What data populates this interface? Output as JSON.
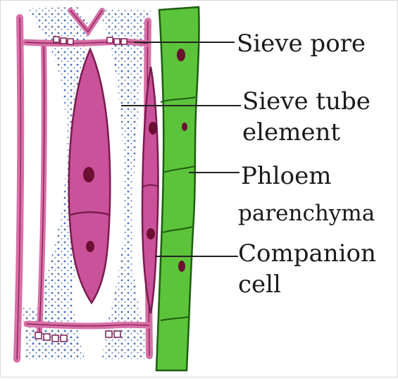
{
  "figure": {
    "labels": {
      "sieve_pore": "Sieve pore",
      "sieve_tube_line1": "Sieve tube",
      "sieve_tube_line2": "element",
      "phloem_line1": "Phloem",
      "phloem_line2": "parenchyma",
      "companion_line1": "Companion",
      "companion_line2": "cell"
    },
    "colors": {
      "pink": "#d96fa6",
      "pink_dark": "#7a1b4e",
      "magenta_fill": "#c9529a",
      "blue_stipple": "#4a6fb8",
      "green": "#5cc43a",
      "green_dark": "#1f5d12",
      "nucleus": "#6b0f33",
      "leader": "#222222"
    }
  }
}
